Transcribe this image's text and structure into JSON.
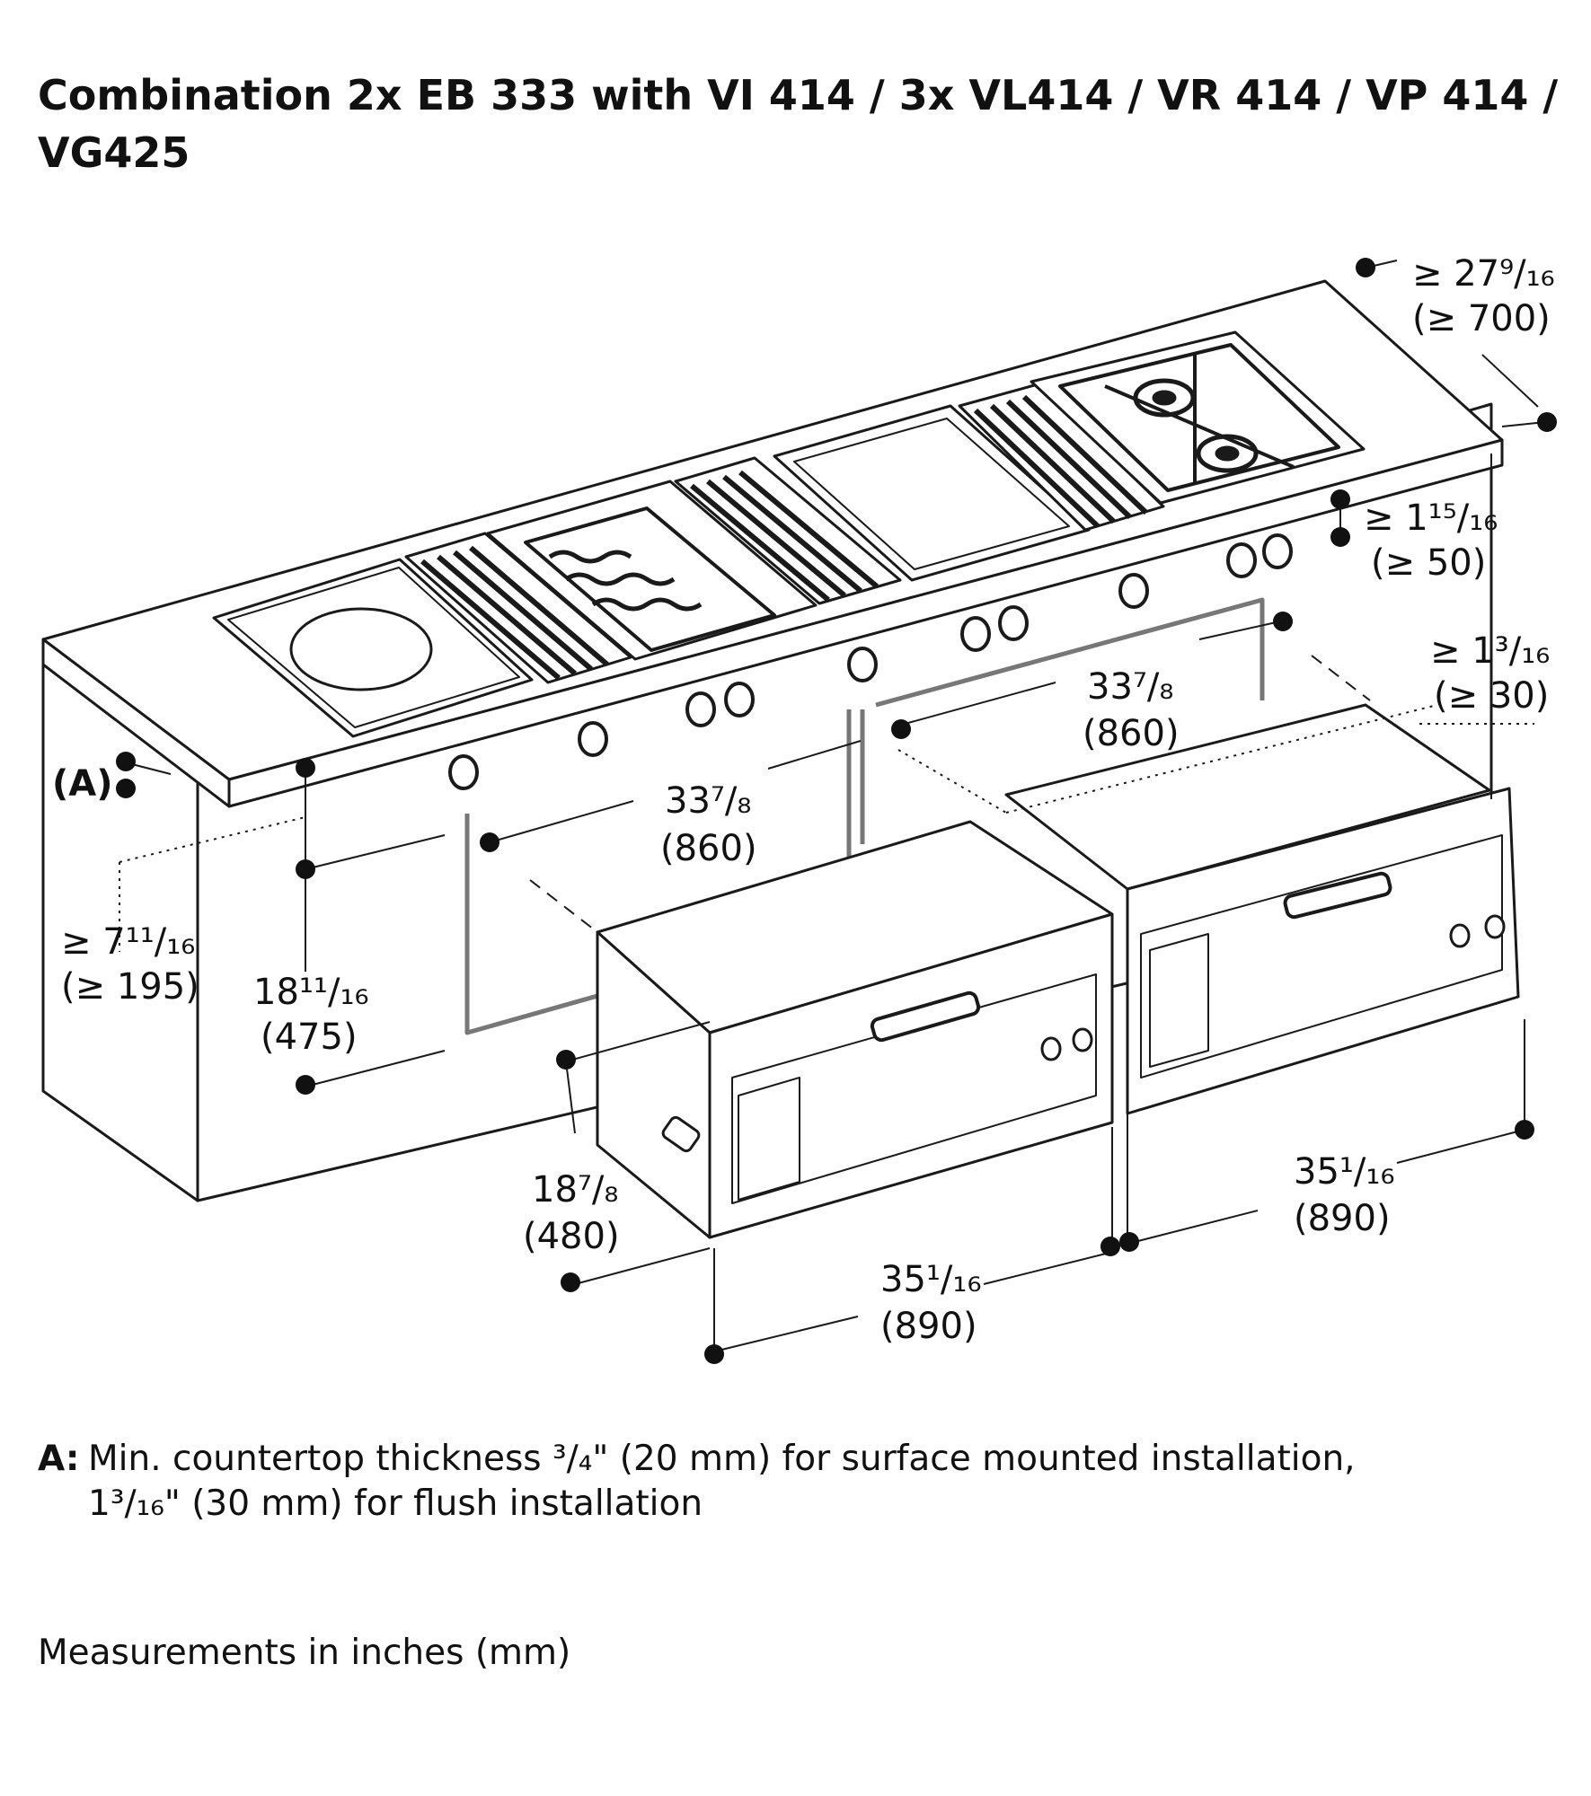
{
  "title": "Combination 2x EB 333 with VI 414 / 3x VL414 / VR 414 / VP 414 / VG425",
  "dimensions": {
    "depth_min": {
      "inch": "≥ 27⁹/₁₆",
      "mm": "(≥ 700)"
    },
    "rear_gap": {
      "inch": "≥ 1¹⁵/₁₆",
      "mm": "(≥ 50)"
    },
    "side_gap": {
      "inch": "≥ 1³/₁₆",
      "mm": "(≥ 30)"
    },
    "niche_width_right": {
      "inch": "33⁷/₈",
      "mm": "(860)"
    },
    "niche_width_left": {
      "inch": "33⁷/₈",
      "mm": "(860)"
    },
    "top_distance": {
      "inch": "≥ 7¹¹/₁₆",
      "mm": "(≥ 195)"
    },
    "niche_height": {
      "inch": "18¹¹/₁₆",
      "mm": "(475)"
    },
    "unit_height": {
      "inch": "18⁷/₈",
      "mm": "(480)"
    },
    "unit_width_left": {
      "inch": "35¹/₁₆",
      "mm": "(890)"
    },
    "unit_width_right": {
      "inch": "35¹/₁₆",
      "mm": "(890)"
    },
    "countertop_marker": "(A)"
  },
  "note": {
    "label": "A:",
    "line1": "Min. countertop thickness ³/₄\" (20 mm) for surface mounted installation,",
    "line2": "1³/₁₆\" (30 mm) for flush installation"
  },
  "footer": "Measurements in inches (mm)"
}
